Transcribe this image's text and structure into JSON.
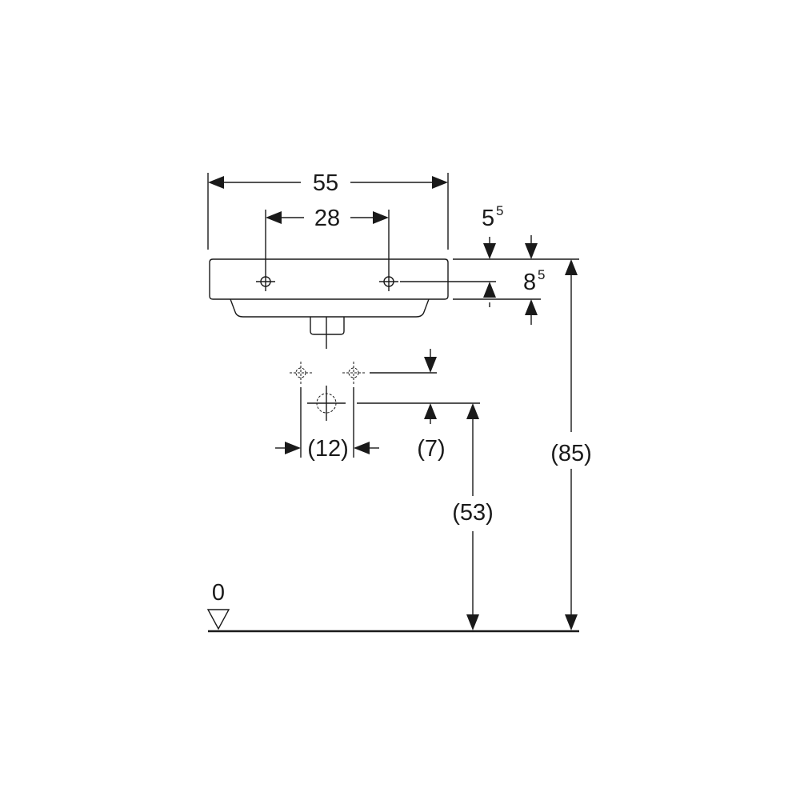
{
  "dimensions": {
    "width_total": "55",
    "tap_hole_spacing": "28",
    "rim_thickness": {
      "main": "5",
      "sup": "5"
    },
    "overflow_offset": {
      "main": "8",
      "sup": "5"
    },
    "supply_spacing": "(12)",
    "supply_offset": "(7)",
    "waste_height": "(53)",
    "rim_height": "(85)",
    "floor_level": "0"
  }
}
